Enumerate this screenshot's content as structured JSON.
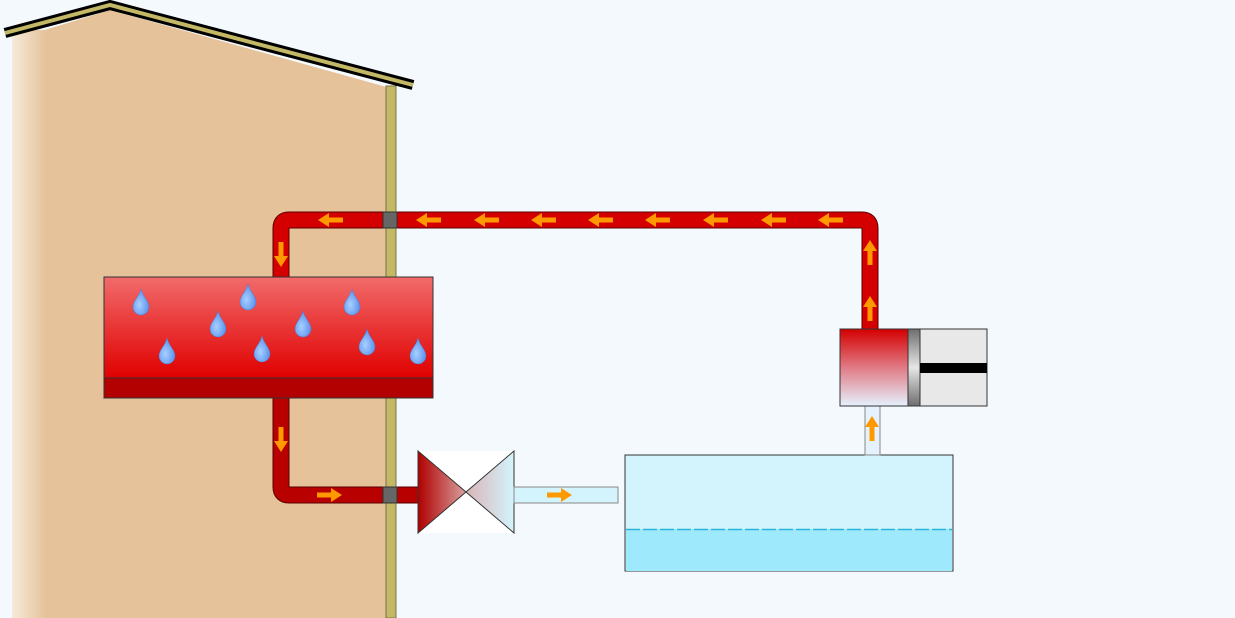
{
  "diagram": {
    "colors": {
      "background": "#f4f9fd",
      "house_wall": "#e5c29a",
      "roof": "#c3b866",
      "hot_pipe": "#d40000",
      "cold_pipe": "#d3f4fc",
      "flow_arrow": "#ff9900",
      "tank_air": "#d3f4fc",
      "tank_water": "#9eeafc",
      "radiator_top": "#f26b6b",
      "radiator_bottom": "#e00000",
      "water_drop": "#6aa6f5",
      "connector": "#666666"
    },
    "components": [
      "house",
      "radiator",
      "expansion-valve",
      "water-tank",
      "compressor"
    ],
    "flow_directions": {
      "top_pipe": "left",
      "radiator_inlet": "down",
      "radiator_outlet": "down",
      "bottom_pipe": "right",
      "valve_outlet": "right",
      "tank_to_compressor": "up",
      "compressor_outlet": "up"
    }
  }
}
